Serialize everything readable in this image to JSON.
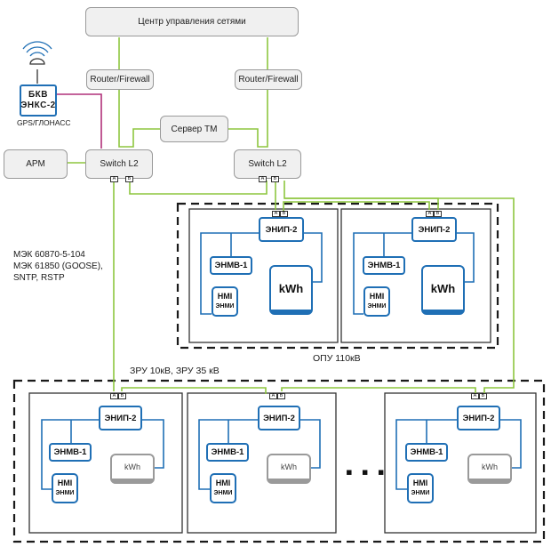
{
  "top": {
    "center_label": "Центр управления сетями",
    "router_left": "Router/Firewall",
    "router_right": "Router/Firewall",
    "server_tm": "Сервер ТМ",
    "arm": "АРМ",
    "switch_left": "Switch L2",
    "switch_right": "Switch L2"
  },
  "bkv": {
    "line1": "БКВ",
    "line2": "ЭНКС-2",
    "gps": "GPS/ГЛОНАСС"
  },
  "protocols": {
    "line1": "МЭК 60870-5-104",
    "line2": "МЭК 61850 (GOOSE),",
    "line3": "SNTP, RSTP"
  },
  "areas": {
    "opu": "ОПУ 110кВ",
    "zru": "ЗРУ 10кВ, ЗРУ 35 кВ"
  },
  "ports": {
    "a": "A",
    "b": "B"
  },
  "device": {
    "enip": "ЭНИП-2",
    "enmv": "ЭНМВ-1",
    "hmi_top": "HMI",
    "hmi_bottom": "ЭНМИ",
    "kwh": "kWh"
  },
  "ellipsis": "▪ ▪ ▪",
  "colors": {
    "green": "#8dc63f",
    "blue": "#1f6fb5",
    "magenta": "#b0307a",
    "dash": "#1a1a1a"
  }
}
